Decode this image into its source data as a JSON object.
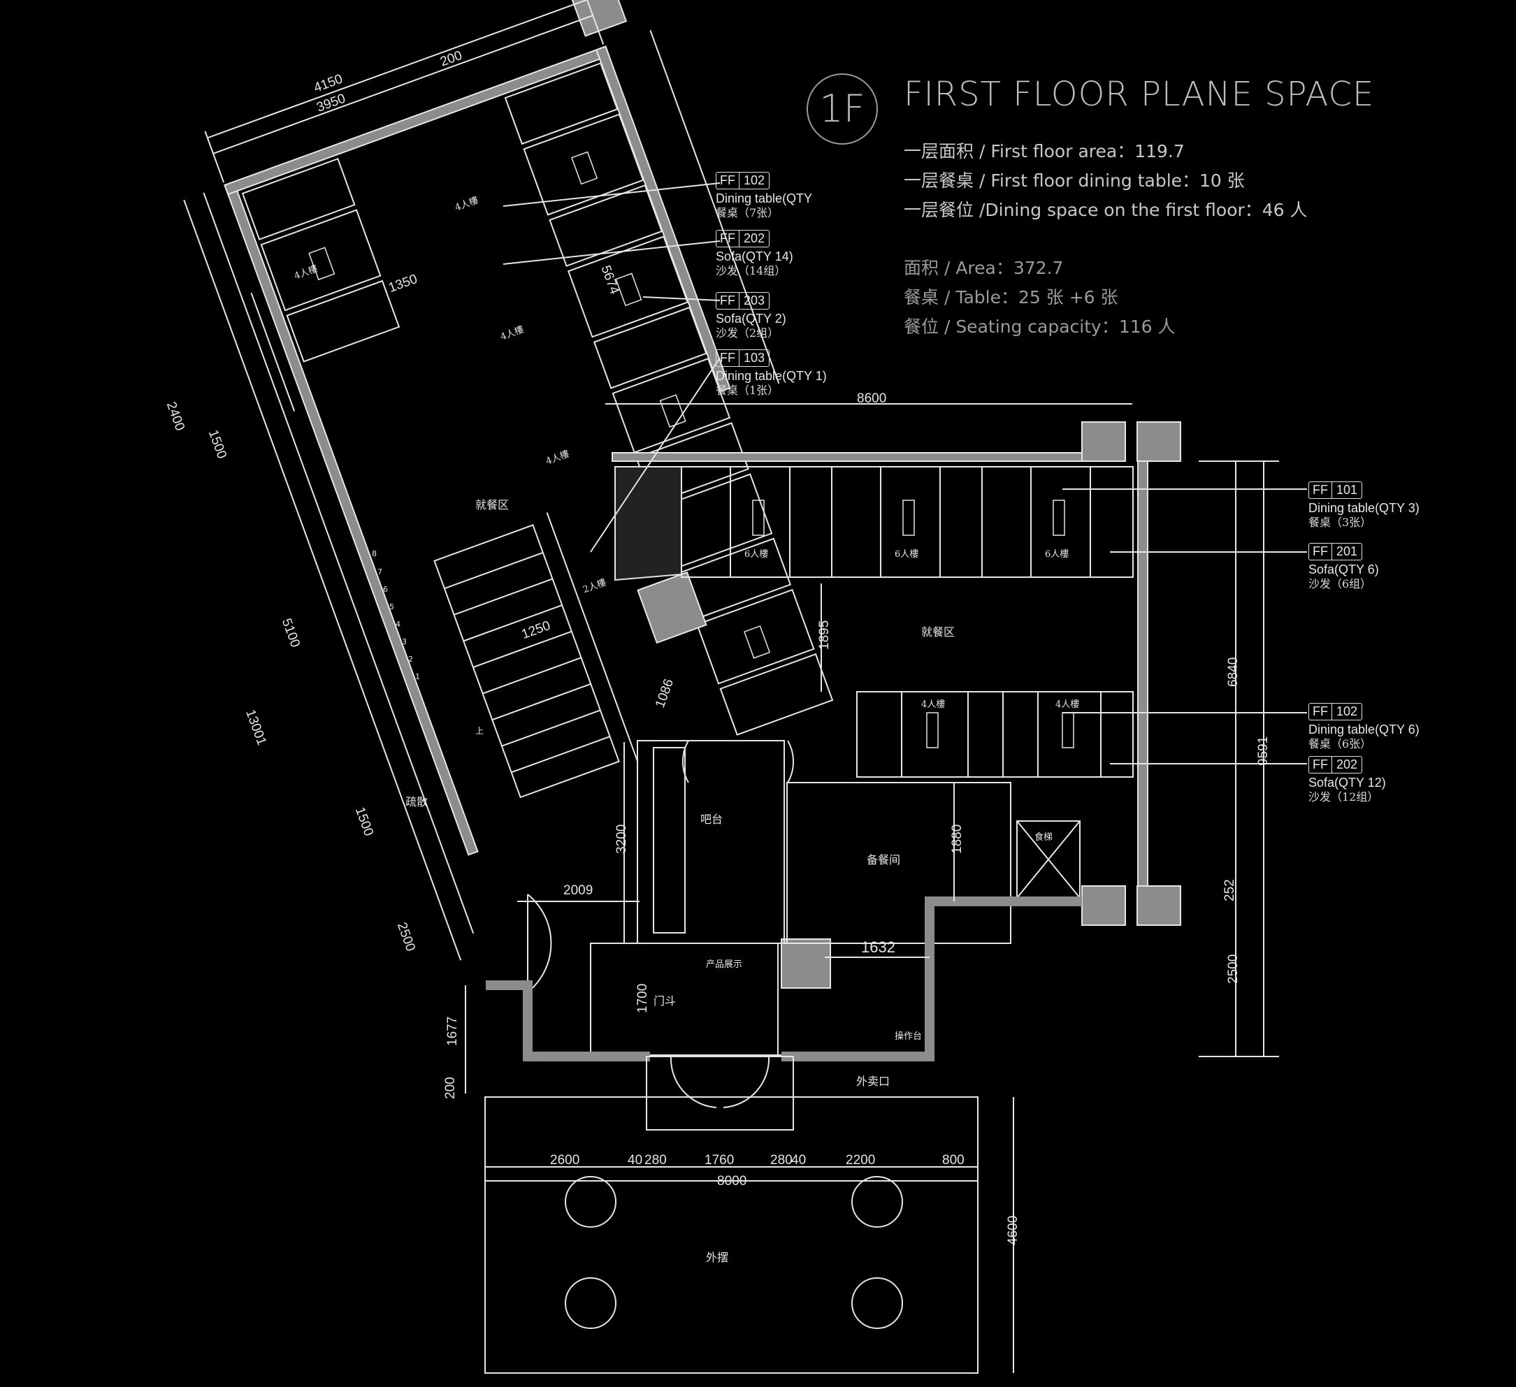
{
  "header": {
    "floor_symbol": "1F",
    "title": "FIRST FLOOR PLANE SPACE",
    "info": [
      "一层面积 / First floor area：119.7",
      "一层餐桌 / First floor dining table：10 张",
      "一层餐位 /Dining space on the first floor：46 人"
    ],
    "summary": [
      "面积 / Area：372.7",
      "餐桌 / Table：25 张 +6 张",
      "餐位 / Seating capacity：116 人"
    ]
  },
  "tags_left": [
    {
      "code": "FF",
      "num": "102",
      "desc": "Dining table(QTY",
      "cn": "餐桌（7张）"
    },
    {
      "code": "FF",
      "num": "202",
      "desc": "Sofa(QTY 14)",
      "cn": "沙发（14组）"
    },
    {
      "code": "FF",
      "num": "203",
      "desc": "Sofa(QTY 2)",
      "cn": "沙发（2组）"
    },
    {
      "code": "FF",
      "num": "103",
      "desc": "Dining table(QTY 1)",
      "cn": "餐桌（1张）"
    }
  ],
  "tags_right": [
    {
      "code": "FF",
      "num": "101",
      "desc": "Dining table(QTY 3)",
      "cn": "餐桌（3张）"
    },
    {
      "code": "FF",
      "num": "201",
      "desc": "Sofa(QTY 6)",
      "cn": "沙发（6组）"
    },
    {
      "code": "FF",
      "num": "102",
      "desc": "Dining table(QTY 6)",
      "cn": "餐桌（6张）"
    },
    {
      "code": "FF",
      "num": "202",
      "desc": "Sofa(QTY 12)",
      "cn": "沙发（12组）"
    }
  ],
  "rooms": {
    "dining_a": "就餐区",
    "dining_b": "就餐区",
    "bar": "吧台",
    "prep": "备餐间",
    "evac": "疏散",
    "lift": "食梯",
    "display": "产品展示",
    "vestibule": "门斗",
    "counter": "操作台",
    "takeout": "外卖口",
    "outdoor": "外摆",
    "stair_up": "上"
  },
  "seat_labels": {
    "four": "4人樓",
    "two": "2人樓",
    "six": "6人樓"
  },
  "dimensions": {
    "d4150": "4150",
    "d3950": "3950",
    "d200a": "200",
    "d5674": "5674",
    "d1350": "1350",
    "d8600": "8600",
    "d2400": "2400",
    "d1500a": "1500",
    "d5100": "5100",
    "d13001": "13001",
    "d1500b": "1500",
    "d2500a": "2500",
    "d1677": "1677",
    "d200b": "200",
    "d1250": "1250",
    "d1895": "1895",
    "d1086": "1086",
    "d6840": "6840",
    "d9591": "9591",
    "d252": "252",
    "d2500b": "2500",
    "d3200": "3200",
    "d2009": "2009",
    "d1880": "1880",
    "d1632": "1632",
    "d1700": "1700",
    "d2600": "2600",
    "d40a": "40",
    "d280a": "280",
    "d1760": "1760",
    "d280b": "280",
    "d40b": "40",
    "d2200": "2200",
    "d800": "800",
    "d8000": "8000",
    "d4600": "4600"
  },
  "stair_numbers": [
    "8",
    "7",
    "6",
    "5",
    "4",
    "3",
    "2",
    "1"
  ]
}
